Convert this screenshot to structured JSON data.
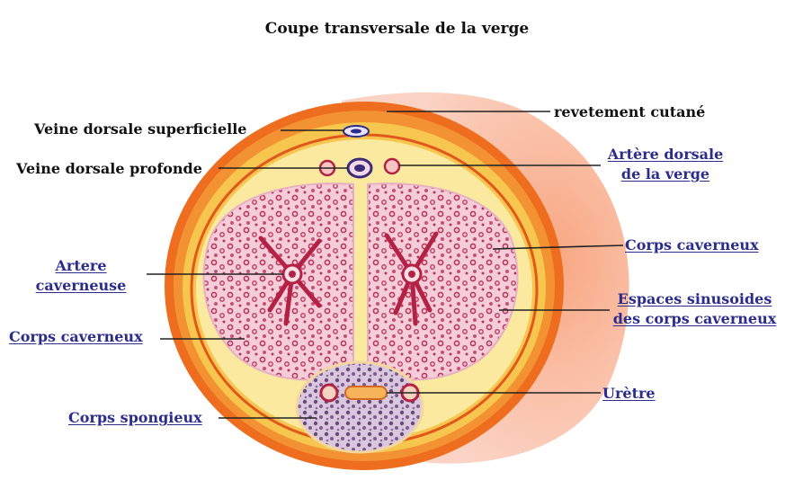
{
  "title": "Coupe transversale de la verge",
  "labels": {
    "veine_superficielle": "Veine dorsale superficielle",
    "veine_profonde": "Veine dorsale profonde",
    "revetement": "revetement cutané",
    "artere_dorsale_1": "Artère dorsale",
    "artere_dorsale_2": "de la verge",
    "artere_caverneuse_1": "Artere",
    "artere_caverneuse_2": "caverneuse",
    "corps_caverneux_left": "Corps caverneux",
    "corps_caverneux_right": "Corps caverneux",
    "espaces_1": "Espaces sinusoides",
    "espaces_2": "des corps caverneux",
    "corps_spongieux": "Corps spongieux",
    "uretre": "Urètre"
  },
  "colors": {
    "skin": "#f0832a",
    "fascia": "#f5c54d",
    "cavernous": "#f3cbd8",
    "sinus": "#b8365a",
    "spongy": "#7a5a8c",
    "link_label": "#2b2c8c"
  }
}
